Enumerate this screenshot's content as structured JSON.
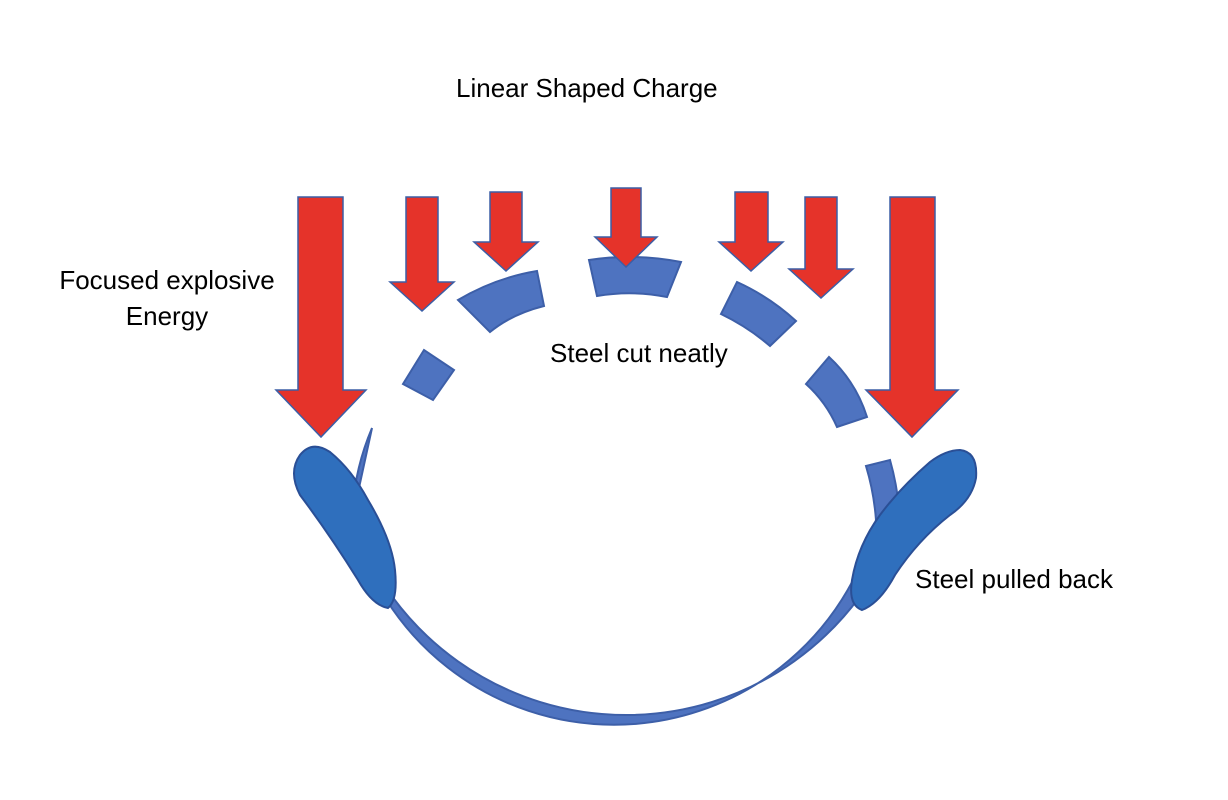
{
  "title": "Linear Shaped Charge",
  "labels": {
    "energy": "Focused explosive Energy",
    "cut": "Steel cut neatly",
    "pulled": "Steel pulled back"
  },
  "colors": {
    "background": "#ffffff",
    "steel_fill": "#4e73c0",
    "steel_stroke": "#3d5fa8",
    "pulled_fill": "#2f6fbd",
    "pulled_stroke": "#2a4f96",
    "arrow_fill": "#e5332a",
    "arrow_stroke": "#3b5ea6",
    "text": "#000000"
  },
  "icons": [
    "down-arrow-icon"
  ]
}
